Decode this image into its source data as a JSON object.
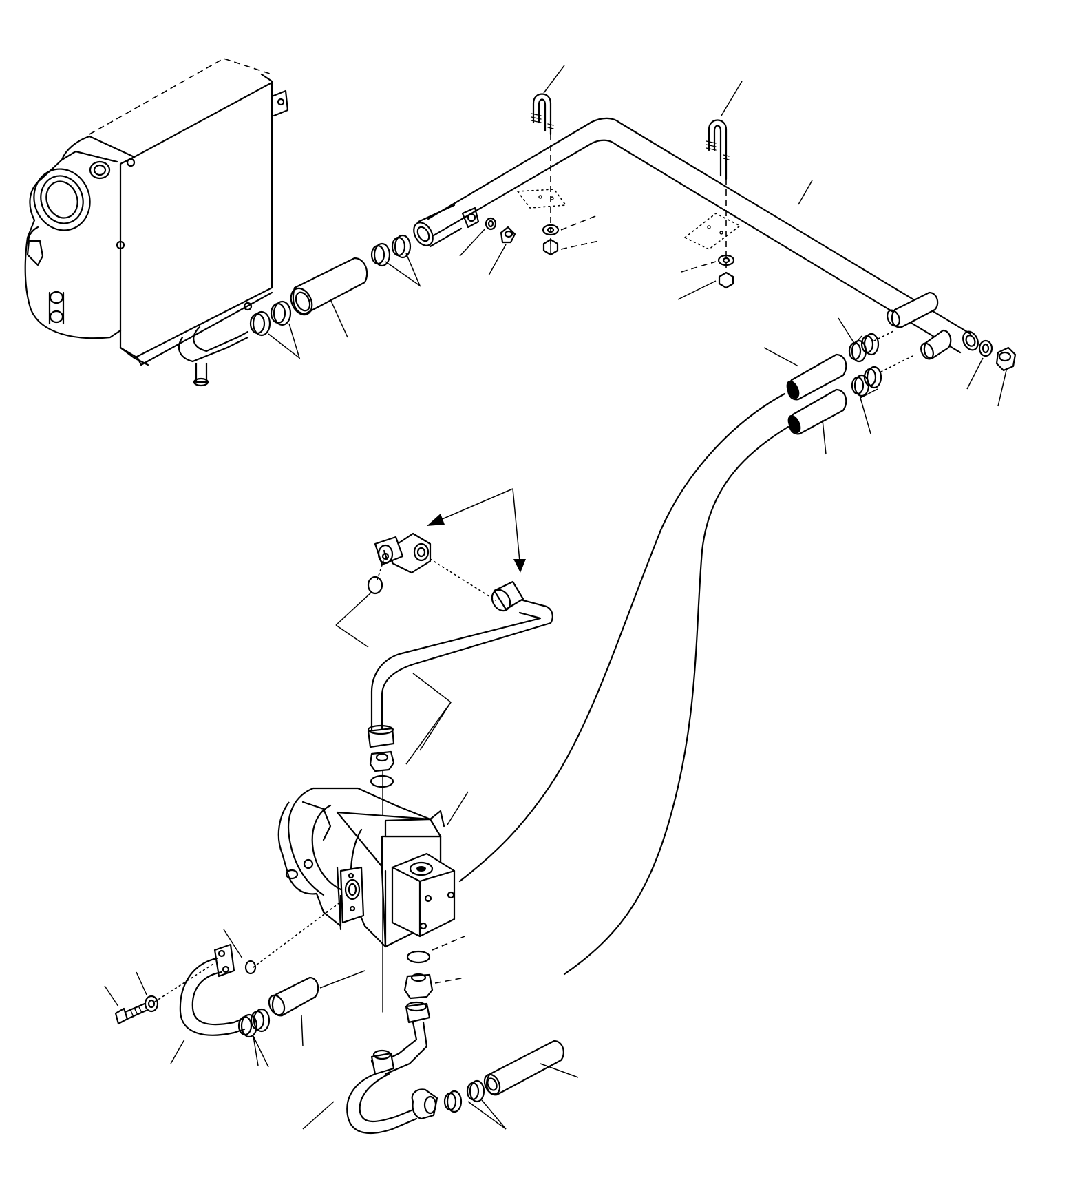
{
  "diagram": {
    "components": [
      {
        "id": "radiator-tank",
        "kind": "tank"
      },
      {
        "id": "upper-pipe",
        "kind": "pipe"
      },
      {
        "id": "u-bolt-left",
        "kind": "u-bolt"
      },
      {
        "id": "u-bolt-right",
        "kind": "u-bolt"
      },
      {
        "id": "pump-body",
        "kind": "hydraulic-pump"
      },
      {
        "id": "return-hose-long",
        "kind": "hose"
      },
      {
        "id": "suction-hose-long",
        "kind": "hose"
      },
      {
        "id": "elbow-fitting",
        "kind": "fitting"
      },
      {
        "id": "bent-tube",
        "kind": "tube"
      },
      {
        "id": "flange-tube",
        "kind": "tube"
      },
      {
        "id": "lower-u-tube",
        "kind": "tube"
      }
    ]
  }
}
